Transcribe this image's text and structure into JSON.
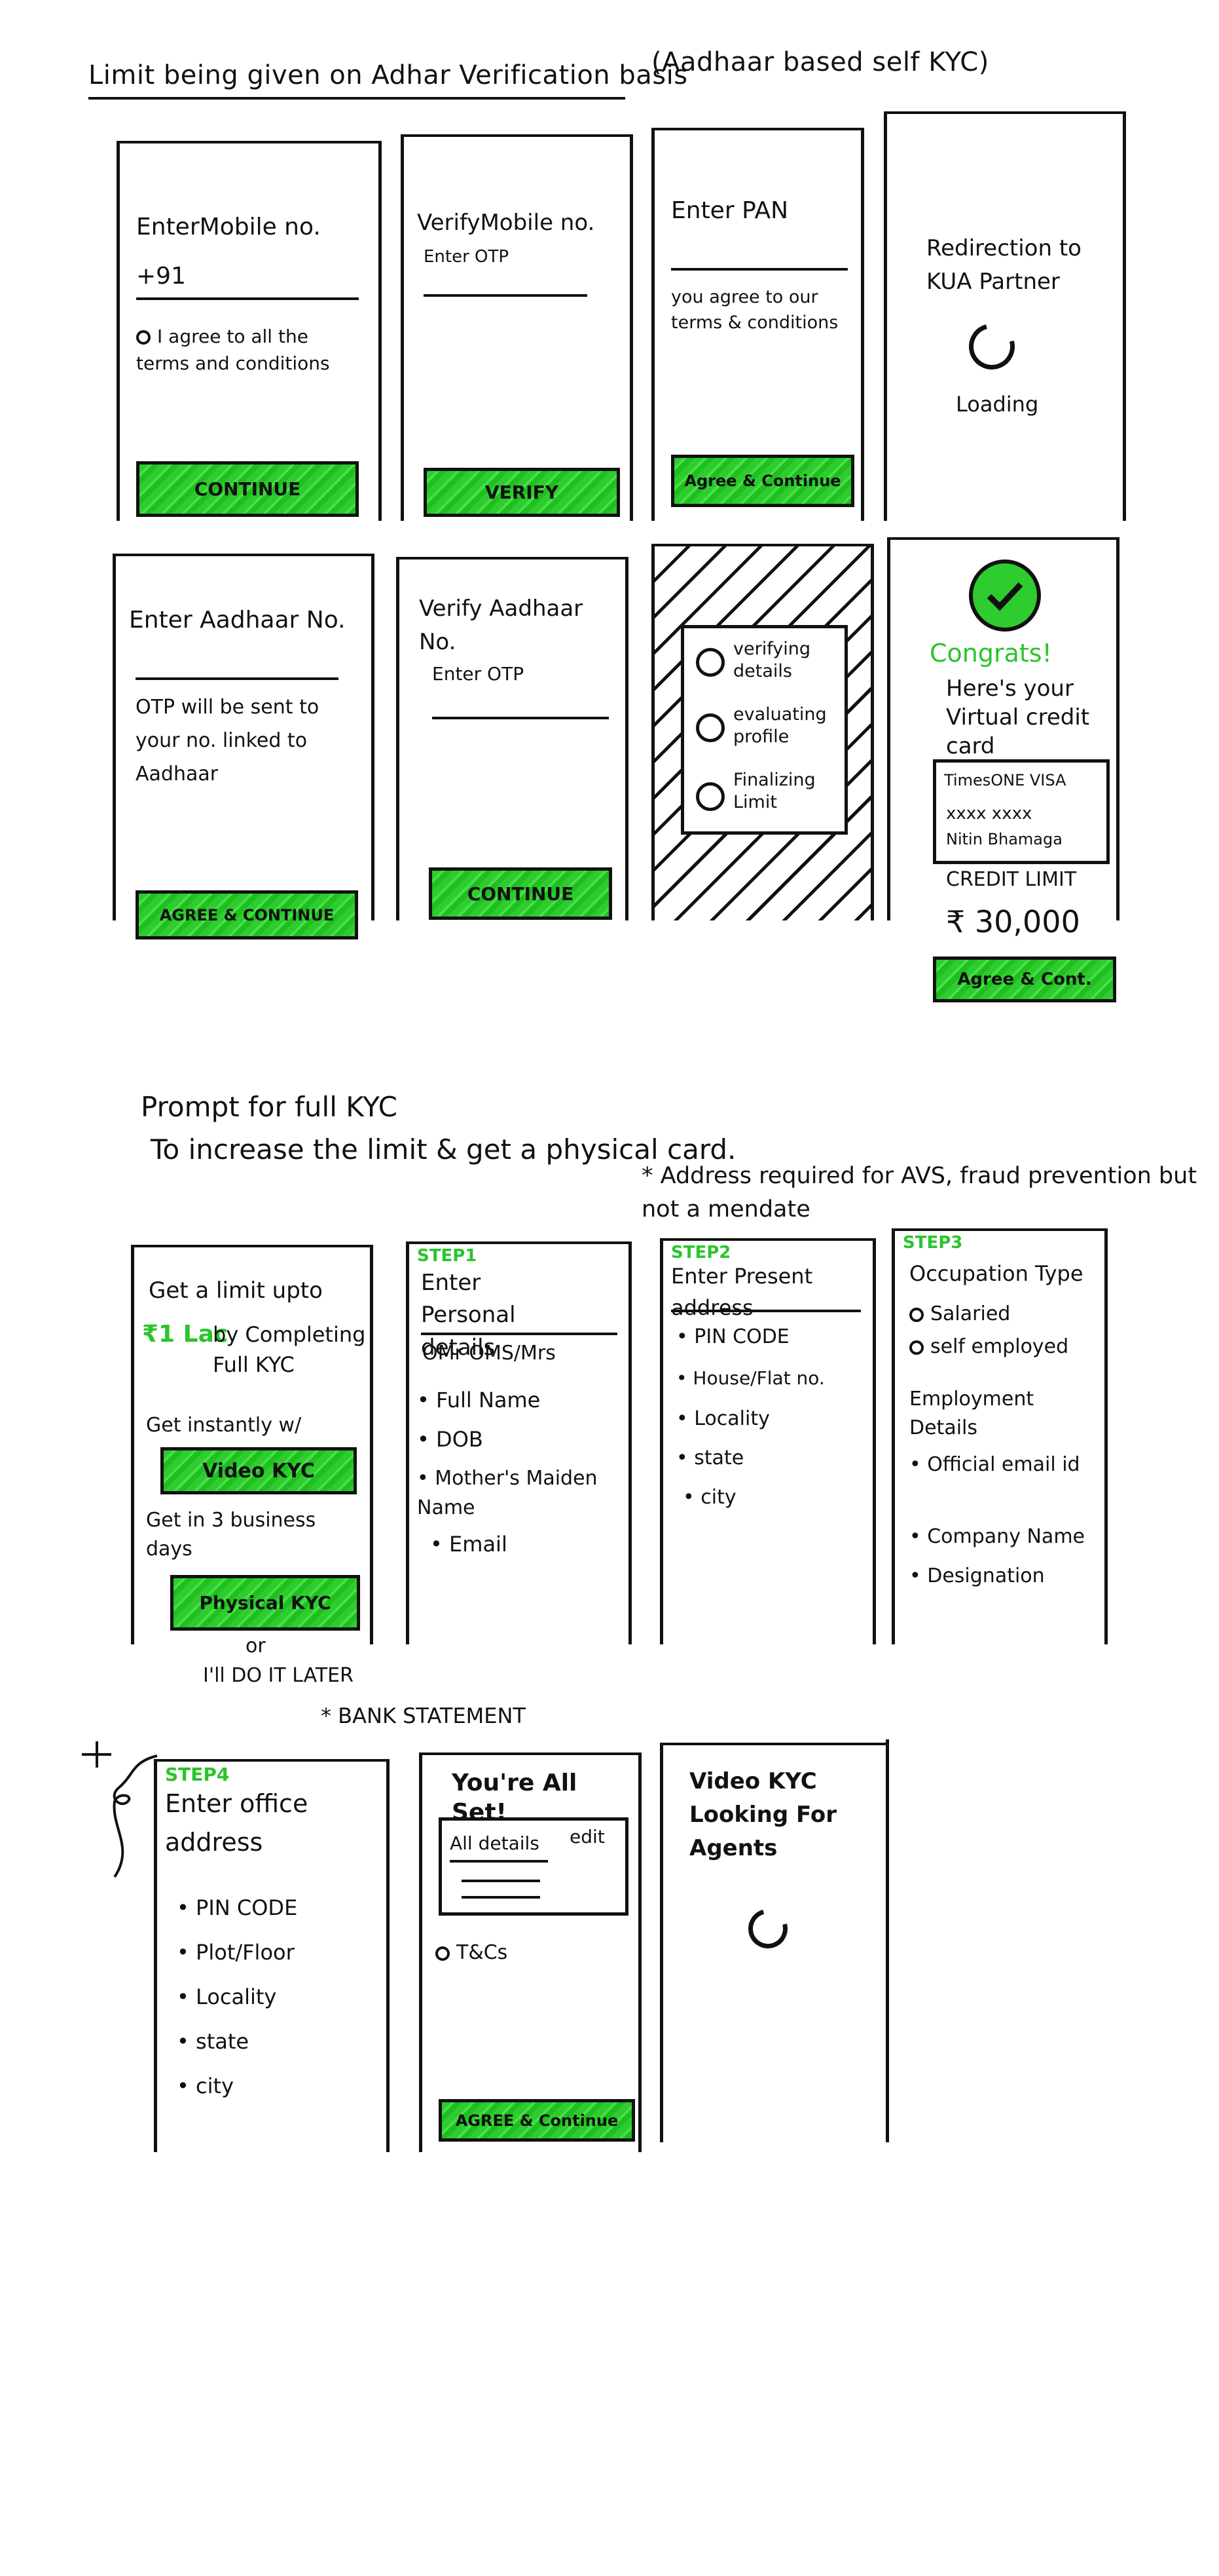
{
  "header": {
    "title": "Limit being given on Adhar Verification basis",
    "subtitle": "(Aadhaar based self KYC)"
  },
  "row1": {
    "mobile": {
      "title": "EnterMobile no.",
      "prefix": "+91",
      "agree": "I agree to all the terms and conditions",
      "button": "CONTINUE"
    },
    "verify_mobile": {
      "title": "VerifyMobile no.",
      "otp": "Enter OTP",
      "button": "VERIFY"
    },
    "pan": {
      "title": "Enter PAN",
      "terms": "you agree to our terms & conditions",
      "button": "Agree & Continue"
    },
    "redirect": {
      "title": "Redirection to KUA Partner",
      "loading": "Loading"
    }
  },
  "row2": {
    "aadhaar": {
      "title": "Enter Aadhaar No.",
      "note": "OTP will be sent to your no. linked to Aadhaar",
      "button": "AGREE & CONTINUE"
    },
    "verify_aadhaar": {
      "title": "Verify Aadhaar No.",
      "otp": "Enter OTP",
      "button": "CONTINUE"
    },
    "progress": {
      "steps": [
        "verifying details",
        "evaluating profile",
        "Finalizing Limit"
      ]
    },
    "congrats": {
      "headline": "Congrats!",
      "message": "Here's your Virtual credit card",
      "card_brand": "TimesONE VISA",
      "card_number": "xxxx xxxx",
      "card_name": "Nitin Bhamaga",
      "limit_label": "CREDIT LIMIT",
      "limit_value": "₹ 30,000",
      "button": "Agree & Cont."
    }
  },
  "section2": {
    "prompt_title": "Prompt for full KYC",
    "prompt_sub": "To increase the limit & get a physical card.",
    "note": "* Address required for AVS, fraud prevention but not a mendate"
  },
  "row3": {
    "upgrade": {
      "line1": "Get a limit upto",
      "amount": "₹1 Lac",
      "line2": "by Completing Full KYC",
      "instant": "Get instantly w/",
      "video_btn": "Video KYC",
      "business": "Get in 3 business days",
      "physical_btn": "Physical KYC",
      "or": "or",
      "later": "I'll DO IT LATER"
    },
    "step1": {
      "step": "STEP1",
      "title": "Enter Personal details",
      "salutation": "OMr OMS/Mrs",
      "fields": [
        "Full Name",
        "DOB",
        "Mother's Maiden Name",
        "Email"
      ]
    },
    "step2": {
      "step": "STEP2",
      "title": "Enter Present address",
      "fields": [
        "PIN CODE",
        "House/Flat no.",
        "Locality",
        "state",
        "city"
      ]
    },
    "step3": {
      "step": "STEP3",
      "title": "Occupation Type",
      "options": [
        "Salaried",
        "self employed"
      ],
      "emp_title": "Employment Details",
      "fields": [
        "Official email id",
        "Company Name",
        "Designation"
      ]
    }
  },
  "section3": {
    "bank_note": "* BANK STATEMENT"
  },
  "row4": {
    "step4": {
      "step": "STEP4",
      "title": "Enter office address",
      "fields": [
        "PIN CODE",
        "Plot/Floor",
        "Locality",
        "state",
        "city"
      ]
    },
    "summary": {
      "title": "You're All Set!",
      "details": "All details",
      "edit": "edit",
      "tnc": "T&Cs",
      "button": "AGREE & Continue"
    },
    "video": {
      "title": "Video KYC Looking For Agents"
    }
  },
  "colors": {
    "green": "#2bc42b",
    "ink": "#111111"
  }
}
